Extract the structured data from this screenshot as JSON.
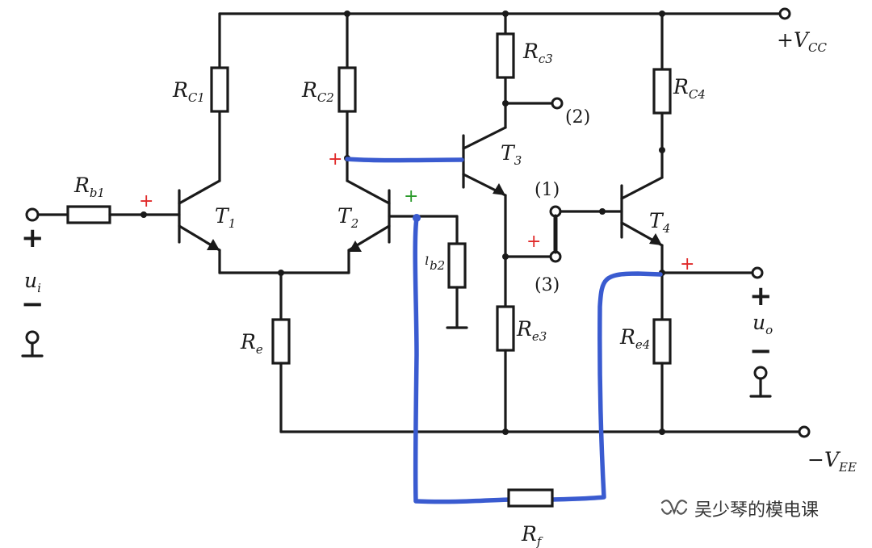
{
  "labels": {
    "vcc": "+V",
    "vcc_sub": "CC",
    "vee": "−V",
    "vee_sub": "EE",
    "rc1": "R",
    "rc1_sub": "C1",
    "rc2": "R",
    "rc2_sub": "C2",
    "rc3": "R",
    "rc3_sub": "c3",
    "rc4": "R",
    "rc4_sub": "C4",
    "rb1": "R",
    "rb1_sub": "b1",
    "rb2": "ₗ",
    "rb2_sub": "b2",
    "re": "R",
    "re_sub": "e",
    "re3": "R",
    "re3_sub": "e3",
    "re4": "R",
    "re4_sub": "e4",
    "rf": "R",
    "rf_sub": "f",
    "t1": "T",
    "t1_sub": "1",
    "t2": "T",
    "t2_sub": "2",
    "t3": "T",
    "t3_sub": "3",
    "t4": "T",
    "t4_sub": "4",
    "ui": "u",
    "ui_sub": "i",
    "uo": "u",
    "uo_sub": "o",
    "node1": "(1)",
    "node2": "(2)",
    "node3": "(3)",
    "plus": "+",
    "minus": "−"
  },
  "annotations": {
    "polarity_mark": "+",
    "red_color": "#e02a2a",
    "green_color": "#2a9a2a",
    "feedback_color": "#3a5bd0"
  },
  "watermark": {
    "text": "吴少琴的模电课",
    "icon": "wechat-channel-icon"
  }
}
